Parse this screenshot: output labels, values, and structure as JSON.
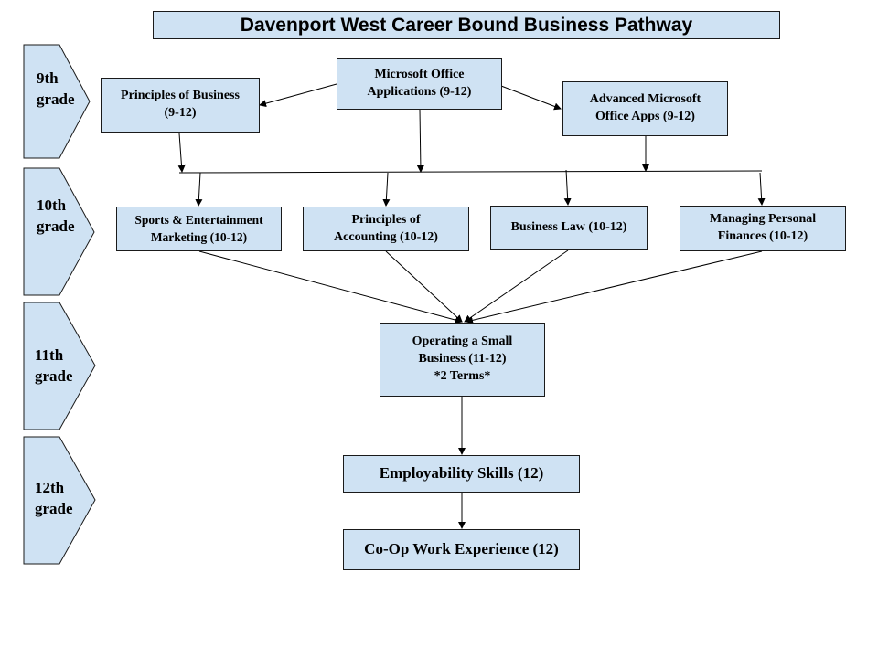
{
  "title": "Davenport West Career Bound Business Pathway",
  "grades": [
    {
      "label": "9th\ngrade"
    },
    {
      "label": "10th\ngrade"
    },
    {
      "label": "11th\ngrade"
    },
    {
      "label": "12th\ngrade"
    }
  ],
  "courses": {
    "ms_office": "Microsoft Office\nApplications (9-12)",
    "principles_business": "Principles  of Business\n(9-12)",
    "advanced_ms_office": "Advanced Microsoft\nOffice Apps (9-12)",
    "sports_marketing": "Sports  & Entertainment\nMarketing (10-12)",
    "principles_accounting": "Principles   of\nAccounting (10-12)",
    "business_law": "Business Law (10-12)",
    "personal_finances": "Managing  Personal\nFinances (10-12)",
    "small_business": "Operating  a Small\nBusiness (11-12)\n*2 Terms*",
    "employability": "Employability  Skills (12)",
    "coop": "Co-Op Work  Experience (12)"
  },
  "colors": {
    "box_fill": "#cfe2f3",
    "box_border": "#1a1a1a",
    "connector": "#000000"
  }
}
